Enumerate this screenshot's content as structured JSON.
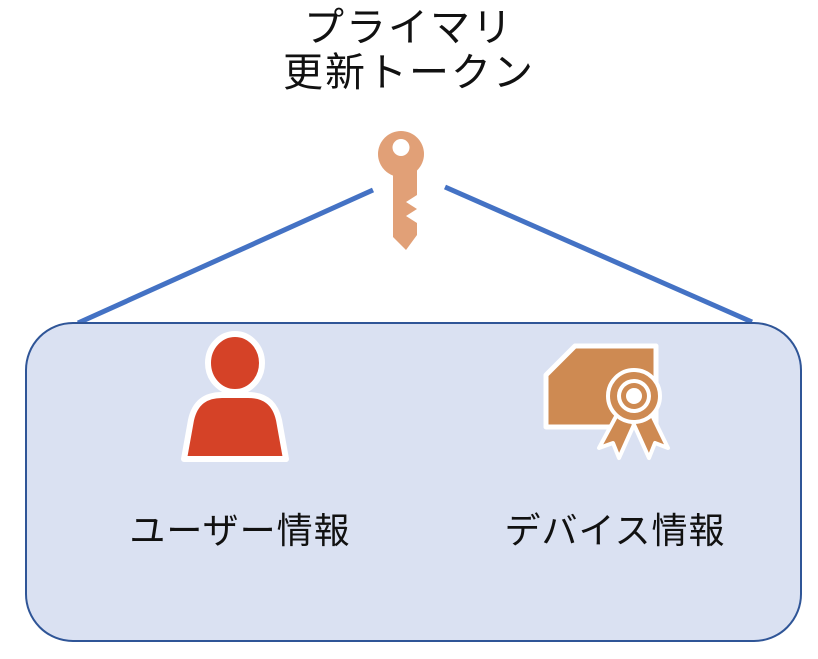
{
  "title": {
    "line1": "プライマリ",
    "line2": "更新トークン"
  },
  "diagram": {
    "key_icon": "key-icon",
    "items": [
      {
        "icon": "person-icon",
        "label": "ユーザー情報"
      },
      {
        "icon": "certificate-icon",
        "label": "デバイス情報"
      }
    ]
  },
  "colors": {
    "line_blue": "#4472C4",
    "box_fill": "#DAE1F2",
    "box_border": "#2F5597",
    "key_orange": "#E1A077",
    "person_red": "#D54227",
    "certificate_orange": "#CE8A52",
    "outline_white": "#FFFFFF",
    "text": "#111111"
  }
}
